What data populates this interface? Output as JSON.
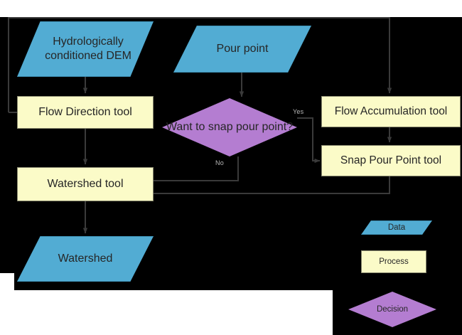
{
  "diagram": {
    "title": "Watershed delineation flowchart",
    "background_color": "#000000",
    "page_color": "#ffffff",
    "colors": {
      "data_fill": "#52ACD3",
      "process_fill": "#FBFBC8",
      "decision_fill": "#B47DD1",
      "connector": "#3a3a3a",
      "text": "#262626"
    },
    "nodes": {
      "dem": {
        "label": "Hydrologically conditioned DEM",
        "shape": "data"
      },
      "pour_point": {
        "label": "Pour point",
        "shape": "data"
      },
      "flow_direction": {
        "label": "Flow Direction tool",
        "shape": "process"
      },
      "flow_accumulation": {
        "label": "Flow Accumulation tool",
        "shape": "process"
      },
      "snap_pour_point": {
        "label": "Snap Pour Point tool",
        "shape": "process"
      },
      "decision": {
        "label": "Want to snap pour point?",
        "shape": "decision"
      },
      "watershed_tool": {
        "label": "Watershed tool",
        "shape": "process"
      },
      "watershed": {
        "label": "Watershed",
        "shape": "data"
      }
    },
    "edge_labels": {
      "yes": "Yes",
      "no": "No"
    },
    "legend": {
      "data": "Data",
      "process": "Process",
      "decision": "Decision"
    }
  }
}
